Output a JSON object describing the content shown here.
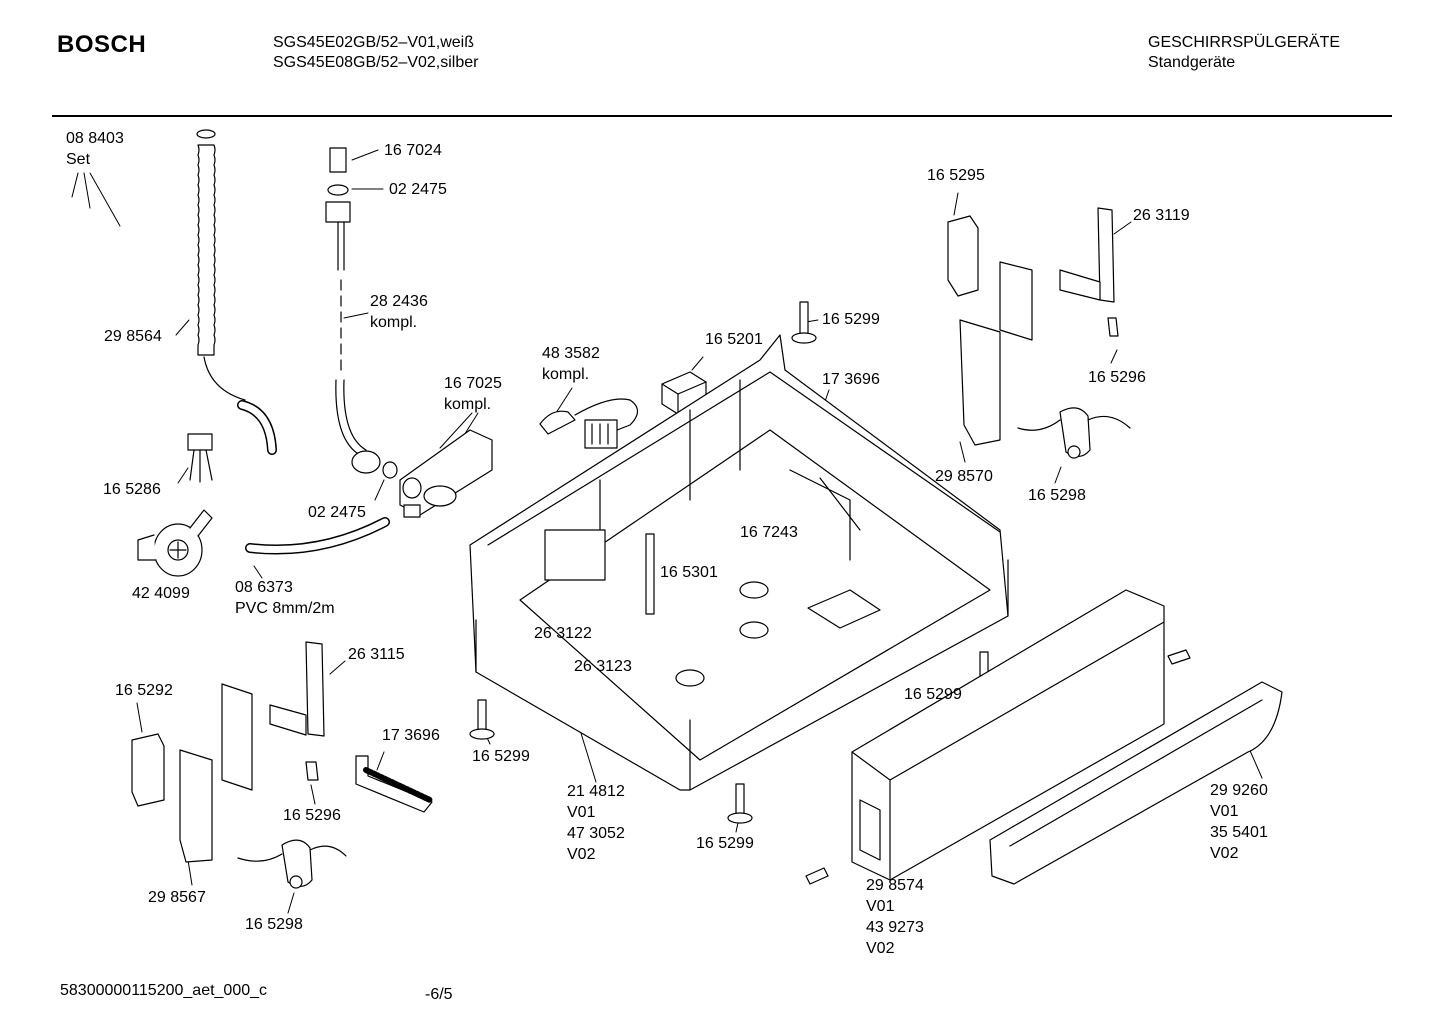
{
  "header": {
    "brand": "BOSCH",
    "models": [
      "SGS45E02GB/52–V01,weiß",
      "SGS45E08GB/52–V02,silber"
    ],
    "category": "GESCHIRRSPÜLGERÄTE",
    "subcategory": "Standgeräte"
  },
  "parts": {
    "p088403": [
      "08 8403",
      "Set"
    ],
    "p298564": [
      "29 8564"
    ],
    "p167024": [
      "16 7024"
    ],
    "p022475a": [
      "02 2475"
    ],
    "p282436": [
      "28 2436",
      "kompl."
    ],
    "p483582": [
      "48 3582",
      "kompl."
    ],
    "p165201": [
      "16 5201"
    ],
    "p165299a": [
      "16 5299"
    ],
    "p173696a": [
      "17 3696"
    ],
    "p167025": [
      "16 7025",
      "kompl."
    ],
    "p165286": [
      "16 5286"
    ],
    "p022475b": [
      "02 2475"
    ],
    "p424099": [
      "42 4099"
    ],
    "p086373": [
      "08 6373",
      "PVC 8mm/2m"
    ],
    "p165295": [
      "16 5295"
    ],
    "p263119": [
      "26 3119"
    ],
    "p165296a": [
      "16 5296"
    ],
    "p298570": [
      "29 8570"
    ],
    "p165298a": [
      "16 5298"
    ],
    "p167243": [
      "16 7243"
    ],
    "p165301": [
      "16 5301"
    ],
    "p263122": [
      "26 3122"
    ],
    "p263123": [
      "26 3123"
    ],
    "p263115": [
      "26 3115"
    ],
    "p165292": [
      "16 5292"
    ],
    "p173696b": [
      "17 3696"
    ],
    "p165296b": [
      "16 5296"
    ],
    "p298567": [
      "29 8567"
    ],
    "p165298b": [
      "16 5298"
    ],
    "p165299b": [
      "16 5299"
    ],
    "p214812": [
      "21 4812",
      "V01",
      "47 3052",
      "V02"
    ],
    "p165299c": [
      "16 5299"
    ],
    "p165299d": [
      "16 5299"
    ],
    "p298574": [
      "29 8574",
      "V01",
      "43 9273",
      "V02"
    ],
    "p299260": [
      "29 9260",
      "V01",
      "35 5401",
      "V02"
    ]
  },
  "footer": {
    "doc_id": "58300000115200_aet_000_c",
    "page": "-6/5"
  }
}
